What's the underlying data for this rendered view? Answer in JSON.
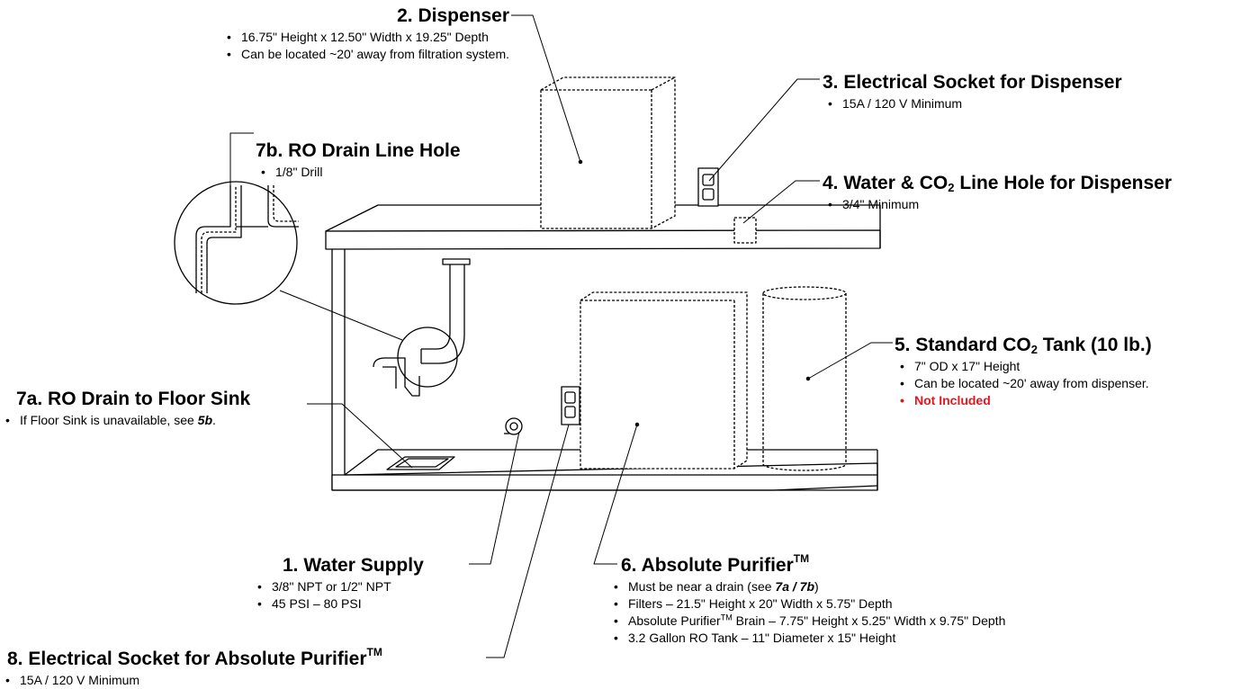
{
  "callouts": {
    "dispenser": {
      "title": "2. Dispenser",
      "bullets": [
        "16.75\" Height x 12.50\" Width x 19.25\" Depth",
        "Can be located ~20' away from filtration system."
      ]
    },
    "socket_dispenser": {
      "title": "3. Electrical Socket for Dispenser",
      "bullets": [
        "15A / 120 V Minimum"
      ]
    },
    "ro_drain_hole": {
      "title": "7b. RO Drain Line Hole",
      "bullets": [
        "1/8\" Drill"
      ]
    },
    "water_co2_hole": {
      "title_a": "4. Water & CO",
      "title_sub": "2",
      "title_b": " Line Hole for Dispenser",
      "bullets": [
        "3/4\" Minimum"
      ]
    },
    "co2_tank": {
      "title_a": "5. Standard CO",
      "title_sub": "2",
      "title_b": " Tank (10 lb.)",
      "bullets": [
        "7\" OD x 17\" Height",
        "Can be located ~20' away from dispenser."
      ],
      "not_included": "Not Included"
    },
    "ro_drain_floor": {
      "title": "7a. RO Drain to Floor Sink",
      "bullet_prefix": "If Floor Sink is unavailable, see ",
      "bullet_ref": "5b",
      "bullet_suffix": "."
    },
    "water_supply": {
      "title": "1. Water Supply",
      "bullets": [
        "3/8\" NPT or 1/2\" NPT",
        "45 PSI – 80 PSI"
      ]
    },
    "purifier": {
      "title": "6. Absolute Purifier",
      "title_tm": "TM",
      "b1_prefix": "Must be near a drain (see ",
      "b1_ref": "7a / 7b",
      "b1_suffix": ")",
      "b2": "Filters – 21.5\" Height x 20\" Width x 5.75\" Depth",
      "b3_a": "Absolute Purifier",
      "b3_tm": "TM",
      "b3_b": " Brain – 7.75\" Height x 5.25\" Width x 9.75\" Depth",
      "b4": "3.2 Gallon RO Tank – 11\" Diameter x 15\" Height"
    },
    "socket_purifier": {
      "title": "8. Electrical Socket for Absolute Purifier",
      "title_tm": "TM",
      "bullets": [
        "15A / 120 V Minimum"
      ]
    }
  },
  "colors": {
    "line": "#000000",
    "not_included": "#e8161c",
    "background": "#ffffff"
  }
}
